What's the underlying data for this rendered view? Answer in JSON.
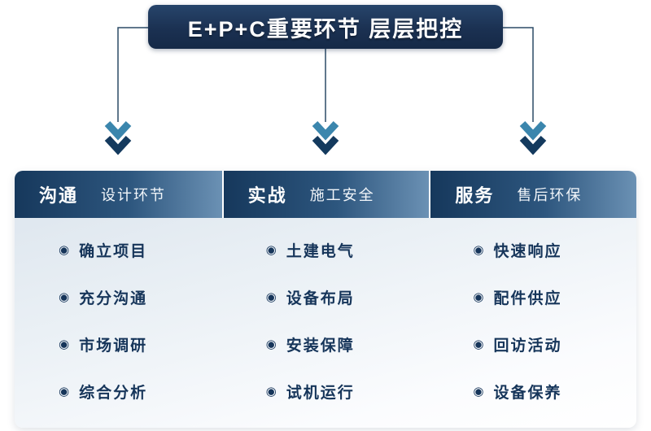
{
  "banner": {
    "title": "E+P+C重要环节 层层把控"
  },
  "columns": [
    {
      "title": "沟通",
      "subtitle": "设计环节",
      "items": [
        "确立项目",
        "充分沟通",
        "市场调研",
        "综合分析"
      ]
    },
    {
      "title": "实战",
      "subtitle": "施工安全",
      "items": [
        "土建电气",
        "设备布局",
        "安装保障",
        "试机运行"
      ]
    },
    {
      "title": "服务",
      "subtitle": "售后环保",
      "items": [
        "快速响应",
        "配件供应",
        "回访活动",
        "设备保养"
      ]
    }
  ],
  "icons": {
    "bullet_glyph": "◉",
    "bullet_name": "target-bullet-icon",
    "arrow_name": "down-arrow-icon"
  },
  "colors": {
    "banner_bg": "#1b3152",
    "header_dark": "#16385c",
    "header_light": "#6b91b4",
    "text_navy": "#16355a",
    "arrow_teal": "#3b86ad",
    "arrow_navy": "#143a5e"
  }
}
